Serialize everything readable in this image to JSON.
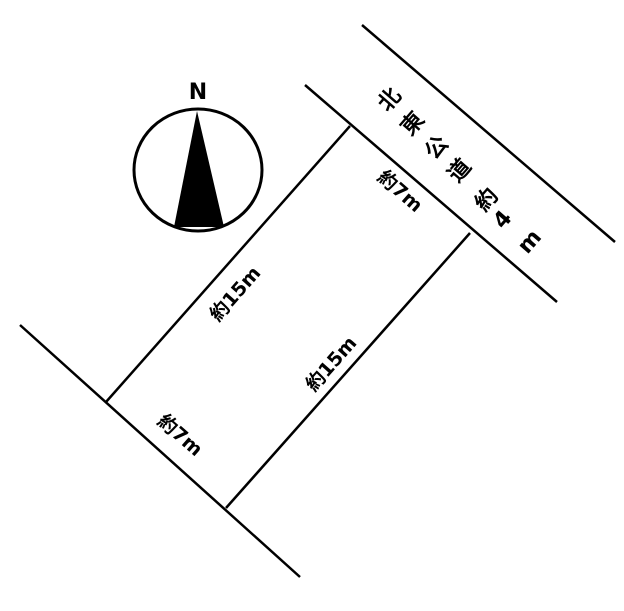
{
  "compass": {
    "label": "N"
  },
  "road": {
    "chars": [
      "北",
      "東",
      "公",
      "道",
      "約",
      "4",
      "m"
    ],
    "text": "北東公道約 4 m"
  },
  "plot": {
    "side_long_1": "約15m",
    "side_long_2": "約15m",
    "side_short_road": "約7m",
    "side_short_rear": "約7m"
  }
}
